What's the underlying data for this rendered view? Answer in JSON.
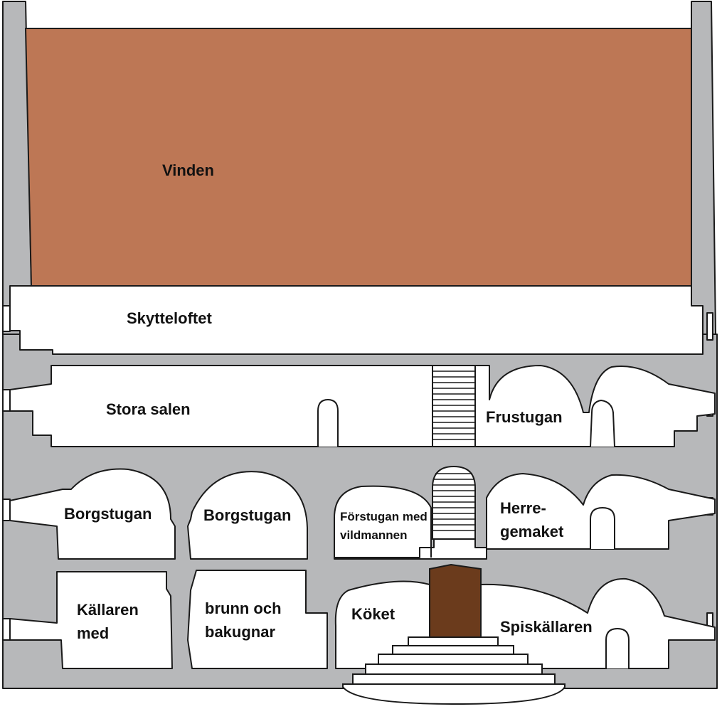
{
  "colors": {
    "wall": "#b7b8ba",
    "attic": "#bd7755",
    "door": "#6b3b1c",
    "outline": "#1a1a1a",
    "room": "#ffffff"
  },
  "rooms": {
    "vinden": "Vinden",
    "skytteloftet": "Skytteloftet",
    "stora_salen": "Stora salen",
    "frustugan": "Frustugan",
    "borgstugan_1": "Borgstugan",
    "borgstugan_2": "Borgstugan",
    "forstugan_line1": "Förstugan med",
    "forstugan_line2": "vildmannen",
    "herregemaket_line1": "Herre-",
    "herregemaket_line2": "gemaket",
    "kallaren_line1": "Källaren",
    "kallaren_line2": "med",
    "brunn_line1": "brunn och",
    "brunn_line2": "bakugnar",
    "koket": "Köket",
    "spiskallaren": "Spiskällaren"
  }
}
